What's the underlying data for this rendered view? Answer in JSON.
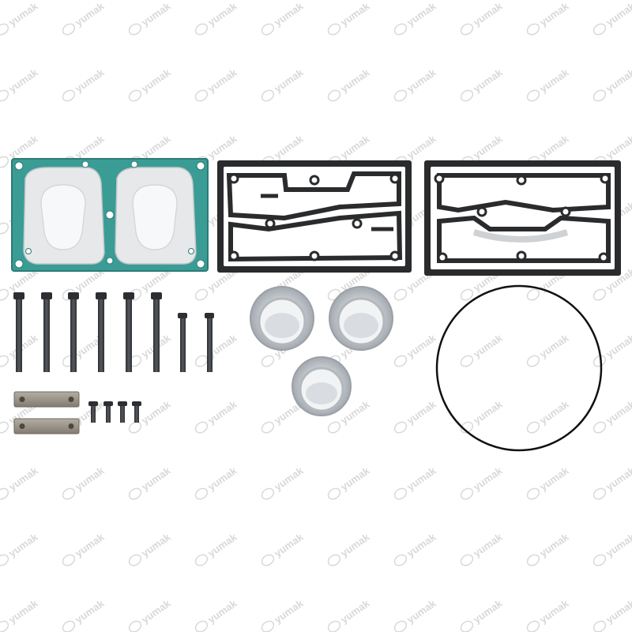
{
  "watermark": {
    "text": "yumak",
    "color": "#d9d9d9"
  },
  "product": {
    "name": "compressor repair kit",
    "parts": [
      {
        "name": "valve plate gasket (teal, metal inserts)",
        "count": 1
      },
      {
        "name": "cylinder head gasket (black)",
        "count": 2
      },
      {
        "name": "long bolt",
        "count": 6
      },
      {
        "name": "short bolt",
        "count": 2
      },
      {
        "name": "small screw",
        "count": 4
      },
      {
        "name": "metal retaining plate",
        "count": 2
      },
      {
        "name": "reed valve cap",
        "count": 3
      },
      {
        "name": "o-ring",
        "count": 1
      }
    ]
  },
  "colors": {
    "background": "#ffffff",
    "teal_gasket": "#3a9c95",
    "teal_dark": "#2b7c76",
    "metal_insert": "#e6e8ea",
    "black_gasket": "#2a2b2d",
    "bolt": "#3b3e42",
    "plate": "#8f8a80",
    "cap": "#c9cdd1",
    "oring": "#111111"
  },
  "icons": [
    "bolt-icon",
    "screw-icon",
    "gasket-icon",
    "oring-icon"
  ]
}
